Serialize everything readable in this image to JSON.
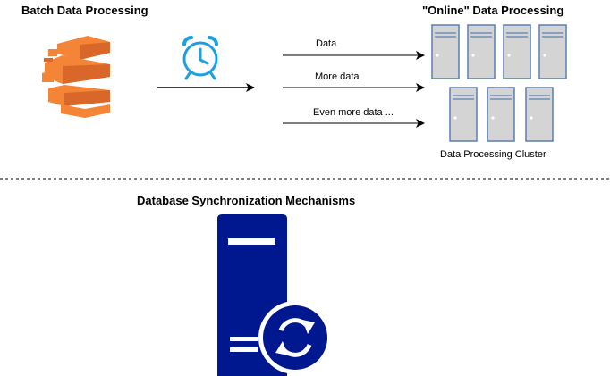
{
  "sections": {
    "batch_title": "Batch Data Processing",
    "online_title": "\"Online\" Data Processing",
    "sync_title": "Database Synchronization Mechanisms"
  },
  "arrows": [
    {
      "label": "Data"
    },
    {
      "label": "More data"
    },
    {
      "label": "Even more data ..."
    }
  ],
  "cluster": {
    "label": "Data Processing Cluster",
    "servers": 7
  },
  "icons": {
    "batch": "aws-batch-icon",
    "timer": "alarm-clock-icon",
    "server": "server-icon",
    "database_sync": "database-sync-icon"
  },
  "colors": {
    "aws_orange": "#F58536",
    "aws_orange_dark": "#D9672A",
    "clock_blue": "#1BA1E2",
    "server_fill": "#D4D4D4",
    "server_stroke": "#5B7FB2",
    "db_navy": "#00188F"
  }
}
